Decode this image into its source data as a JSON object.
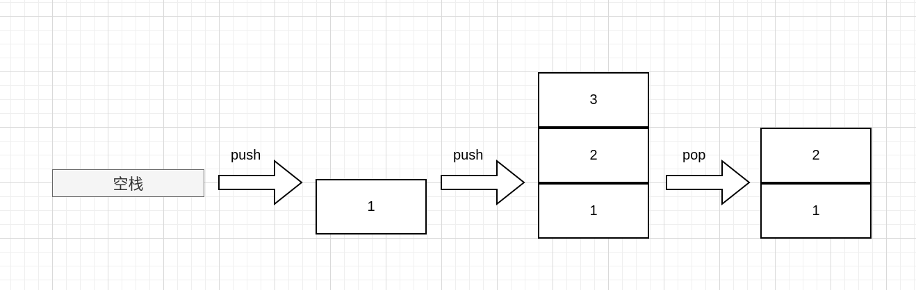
{
  "empty_stack": {
    "label": "空栈"
  },
  "operations": [
    {
      "label": "push"
    },
    {
      "label": "push"
    },
    {
      "label": "pop"
    }
  ],
  "stacks": [
    {
      "cells": [
        "1"
      ]
    },
    {
      "cells": [
        "3",
        "2",
        "1"
      ]
    },
    {
      "cells": [
        "2",
        "1"
      ]
    }
  ]
}
